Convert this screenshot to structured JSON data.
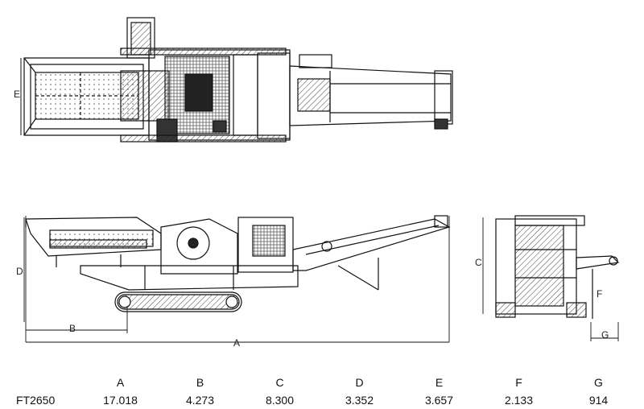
{
  "dimension_labels": [
    "A",
    "B",
    "C",
    "D",
    "E",
    "F",
    "G"
  ],
  "spec_table": {
    "model": "FT2650",
    "headers": [
      "A",
      "B",
      "C",
      "D",
      "E",
      "F",
      "G"
    ],
    "values": [
      "17.018",
      "4.273",
      "8.300",
      "3.352",
      "3.657",
      "2.133",
      "914"
    ]
  }
}
